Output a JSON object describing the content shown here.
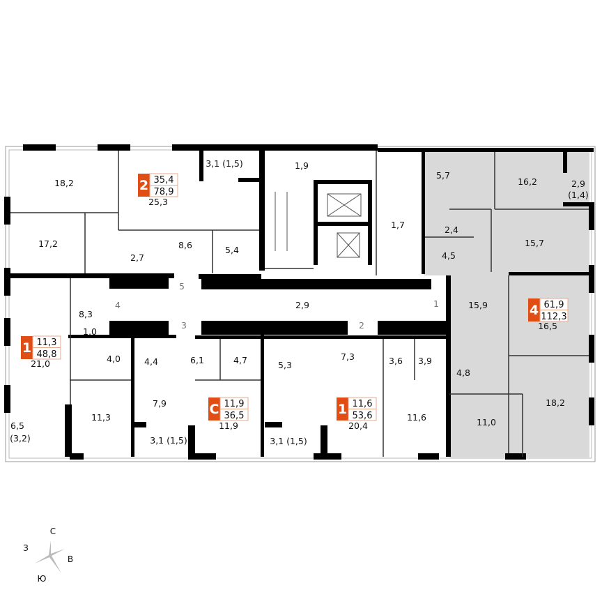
{
  "colors": {
    "accent": "#e04e16",
    "highlight": "#d9d9d9",
    "wall": "#000000"
  },
  "apartments": [
    {
      "rooms": "2",
      "living": "35,4",
      "total": "78,9"
    },
    {
      "rooms": "1",
      "living": "11,3",
      "total": "48,8"
    },
    {
      "rooms": "С",
      "living": "11,9",
      "total": "36,5"
    },
    {
      "rooms": "1",
      "living": "11,6",
      "total": "53,6"
    },
    {
      "rooms": "4",
      "living": "61,9",
      "total": "112,3",
      "highlighted": true
    }
  ],
  "rooms": [
    "18,2",
    "25,3",
    "3,1 (1,5)",
    "1,9",
    "17,2",
    "8,6",
    "5,4",
    "2,7",
    "1,7",
    "5,7",
    "16,2",
    "2,9",
    "(1,4)",
    "2,4",
    "15,7",
    "4,5",
    "15,9",
    "2,9",
    "8,3",
    "1,0",
    "4,0",
    "4,4",
    "6,1",
    "4,7",
    "5,3",
    "7,3",
    "3,6",
    "3,9",
    "4,8",
    "16,5",
    "18,2",
    "11,0",
    "11,6",
    "20,4",
    "11,9",
    "11,3",
    "7,9",
    "21,0",
    "6,5",
    "(3,2)",
    "3,1 (1,5)",
    "3,1 (1,5)"
  ],
  "doors": [
    "5",
    "4",
    "3",
    "2",
    "1"
  ],
  "compass": {
    "north": "С",
    "west": "З",
    "east": "В",
    "south": "Ю"
  }
}
